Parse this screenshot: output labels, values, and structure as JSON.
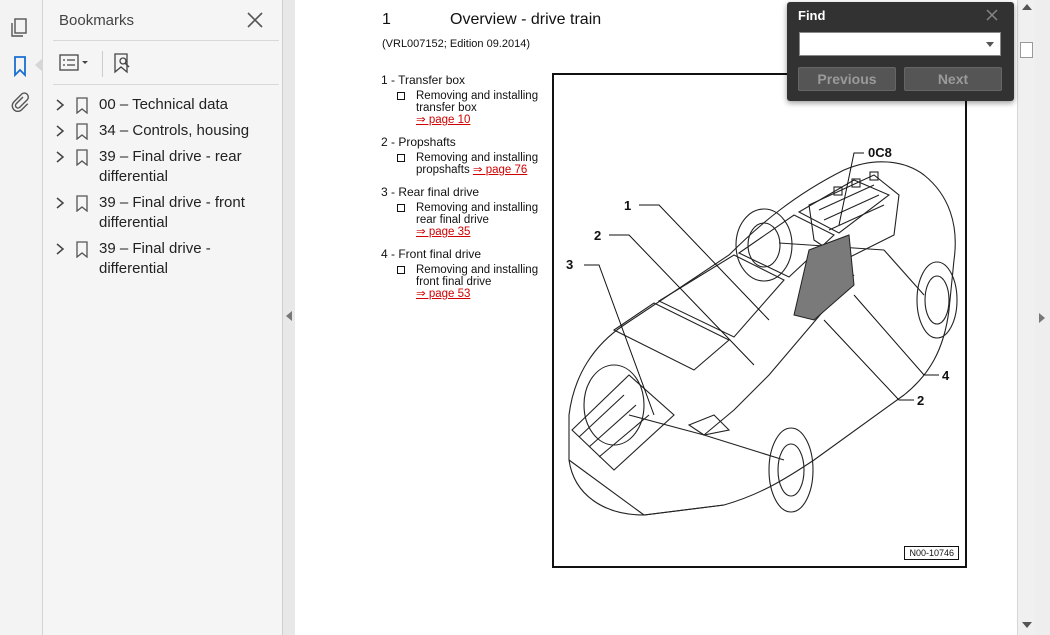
{
  "rail": {
    "tools": [
      "pages-icon",
      "bookmark-icon",
      "attachment-icon"
    ]
  },
  "bookmarks": {
    "title": "Bookmarks",
    "items": [
      {
        "label": "00 – Technical data"
      },
      {
        "label": "34 – Controls, housing"
      },
      {
        "label": "39 – Final drive - rear differential"
      },
      {
        "label": "39 – Final drive - front differential"
      },
      {
        "label": "39 – Final drive - differential"
      }
    ]
  },
  "document": {
    "section_number": "1",
    "title": "Overview - drive train",
    "subtitle": "(VRL007152; Edition 09.2014)",
    "sections": [
      {
        "heading": "1 - Transfer box",
        "lines": [
          "Removing and installing",
          "transfer box"
        ],
        "link": "⇒ page 10"
      },
      {
        "heading": "2 - Propshafts",
        "lines": [
          "Removing and installing",
          "propshafts"
        ],
        "link": "⇒ page 76"
      },
      {
        "heading": "3 - Rear final drive",
        "lines": [
          "Removing and installing",
          "rear final drive"
        ],
        "link": "⇒ page 35"
      },
      {
        "heading": "4 - Front final drive",
        "lines": [
          "Removing and installing",
          "front final drive"
        ],
        "link": "⇒ page 53"
      }
    ],
    "figure": {
      "callouts": [
        "0C8",
        "1",
        "2",
        "3",
        "4",
        "2"
      ],
      "tag": "N00-10746"
    }
  },
  "find": {
    "title": "Find",
    "input_value": "",
    "previous_label": "Previous",
    "next_label": "Next"
  },
  "colors": {
    "link": "#d00000",
    "find_bg": "#323232",
    "accent": "#1a6fd1"
  }
}
